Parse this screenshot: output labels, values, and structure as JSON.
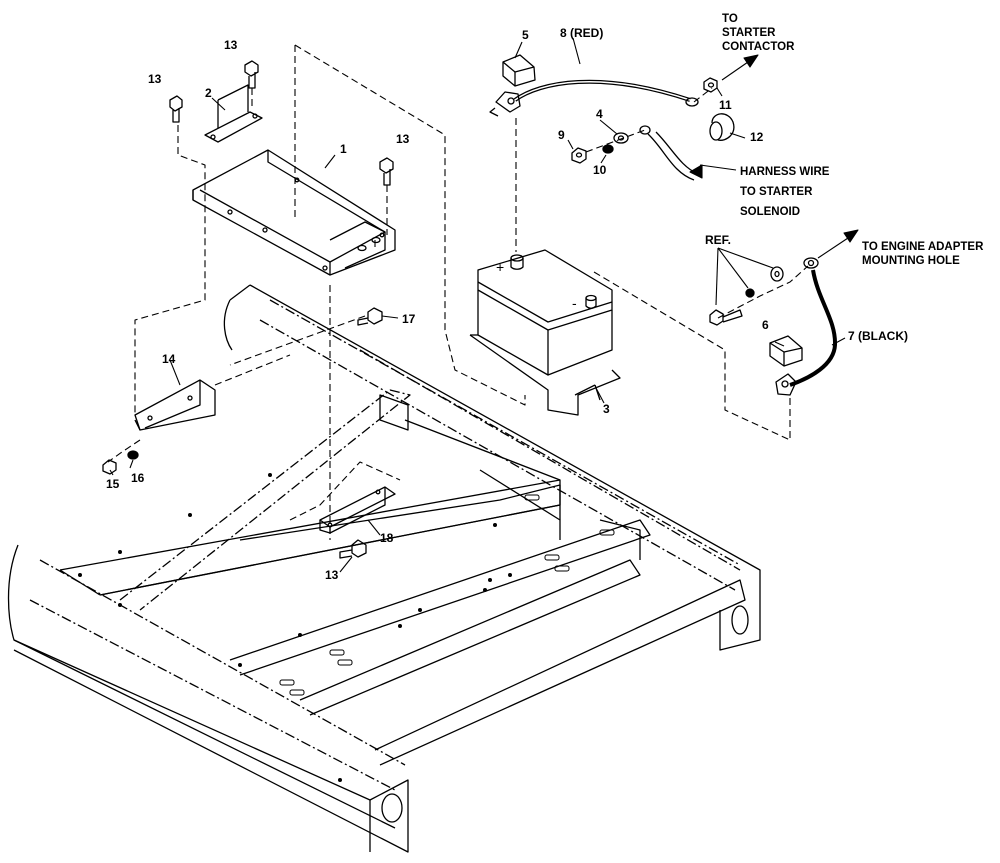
{
  "labels": {
    "c1": "1",
    "c2": "2",
    "c3": "3",
    "c4": "4",
    "c5": "5",
    "c6": "6",
    "c7": "7 (BLACK)",
    "c8": "8 (RED)",
    "c9": "9",
    "c10": "10",
    "c11": "11",
    "c12": "12",
    "c13": "13",
    "c14": "14",
    "c15": "15",
    "c16": "16",
    "c17": "17",
    "c18": "18",
    "ref": "REF.",
    "plus": "+",
    "minus": "-"
  },
  "notes": {
    "starter_contactor": [
      "TO",
      "STARTER",
      "CONTACTOR"
    ],
    "harness_wire": [
      "HARNESS WIRE",
      "TO STARTER",
      "SOLENOID"
    ],
    "engine_adapter": [
      "TO ENGINE ADAPTER",
      "MOUNTING HOLE"
    ]
  }
}
